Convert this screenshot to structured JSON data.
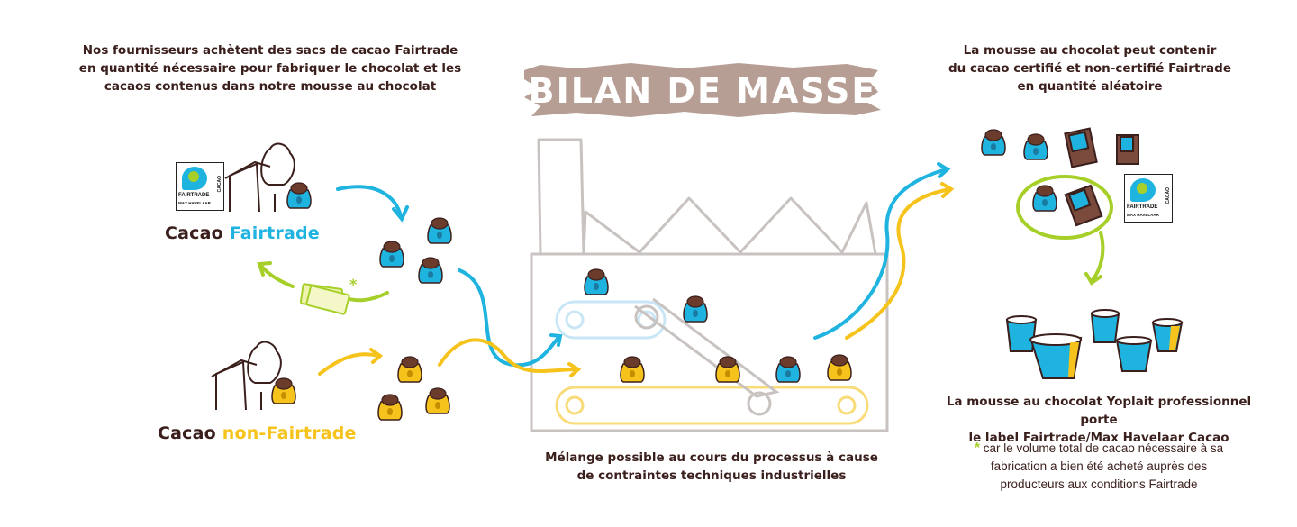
{
  "title": "BILAN DE MASSE",
  "top_left_text": [
    "Nos fournisseurs achètent des sacs de cacao Fairtrade",
    "en quantité nécessaire pour fabriquer le chocolat et les",
    "cacaos contenus dans notre mousse au chocolat"
  ],
  "top_right_text": [
    "La mousse au chocolat peut contenir",
    "du cacao certifié et non-certifié Fairtrade",
    "en quantité aléatoire"
  ],
  "cacao_fairtrade": {
    "prefix": "Cacao ",
    "highlight": "Fairtrade"
  },
  "cacao_non_fairtrade": {
    "prefix": "Cacao ",
    "highlight": "non-Fairtrade"
  },
  "factory_caption": [
    "Mélange possible au cours du processus à cause",
    "de contraintes techniques industrielles"
  ],
  "result_title": [
    "La mousse au chocolat Yoplait professionnel porte",
    "le label Fairtrade/Max Havelaar Cacao"
  ],
  "footnote_star": "*",
  "footnote": [
    "car le volume total de cacao nécessaire à sa",
    "fabrication a bien été acheté auprès des",
    "producteurs aux conditions Fairtrade"
  ],
  "money_star": "*",
  "badge": {
    "brand": "FAIRTRADE",
    "sub": "MAX HAVELAAR",
    "side": "CACAO"
  },
  "colors": {
    "blue": "#1fb3e0",
    "yellow": "#f5c31b",
    "green": "#a7cf2a",
    "brown": "#3a1f1c",
    "banner": "#b79e94",
    "factory_gray": "#c8c3c0"
  }
}
